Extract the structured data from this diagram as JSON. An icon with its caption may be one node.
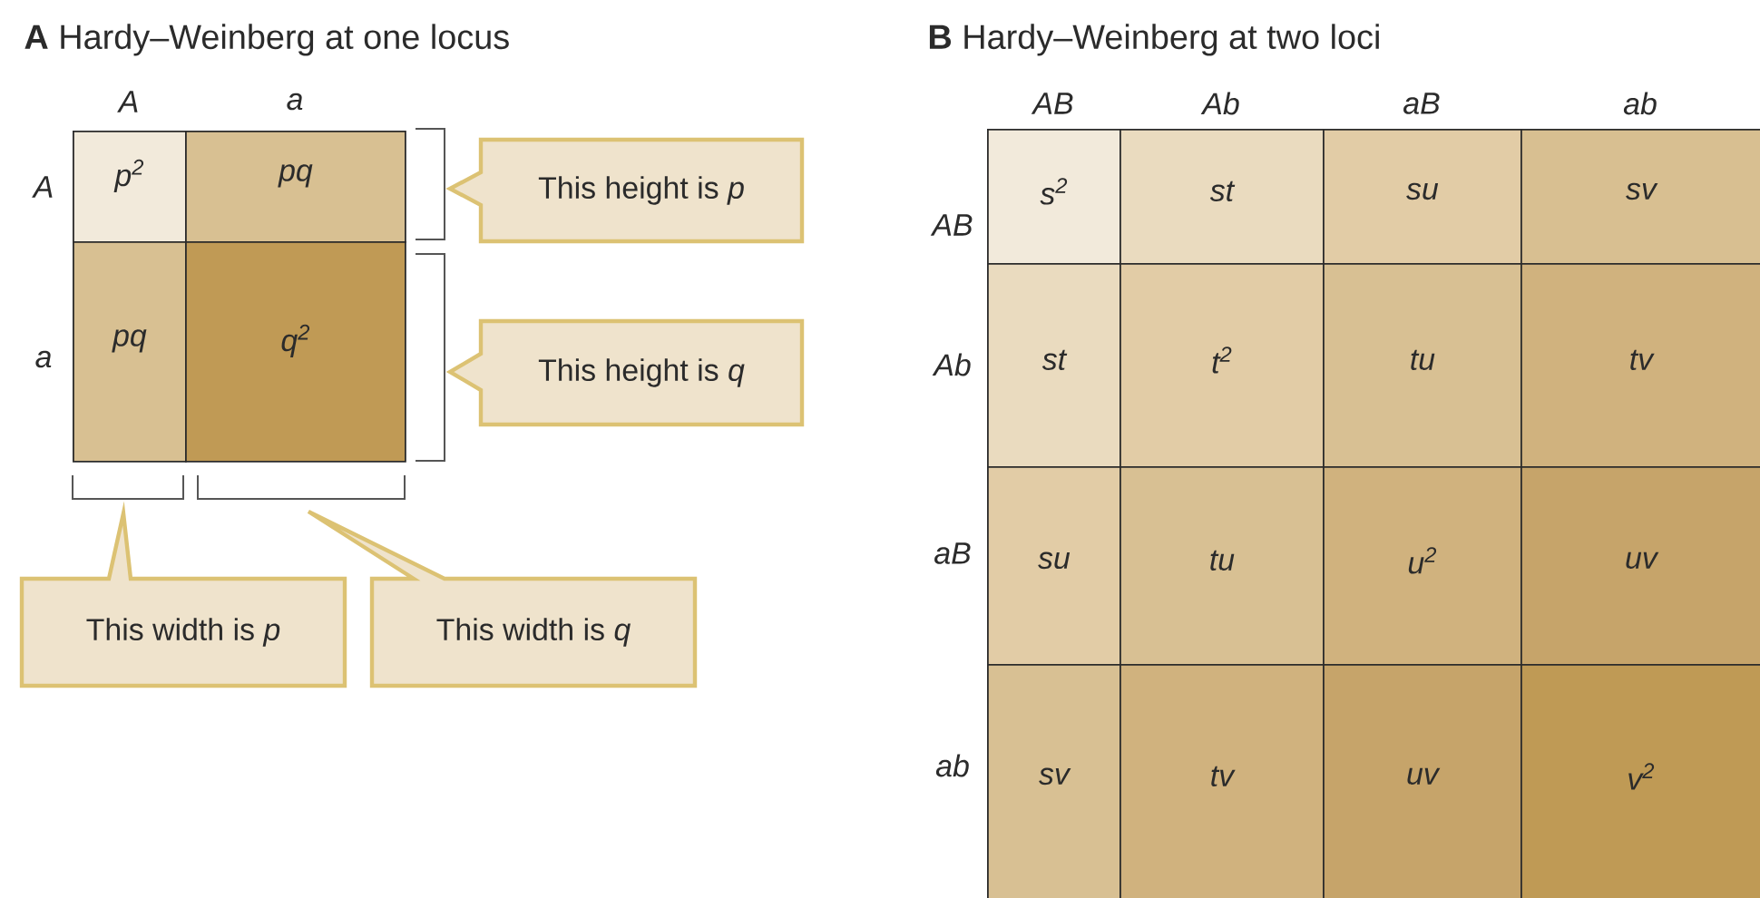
{
  "diagram": {
    "nodes": [
      {
        "text": [
          "p$^{2}$"
        ]
      },
      {
        "text": [
          "pq"
        ]
      },
      {
        "text": [
          "pq"
        ]
      },
      {
        "text": [
          "q$^{2}$"
        ]
      },
      {
        "text": [
          "This height is *p*"
        ]
      },
      {
        "text": [
          "This height is *q*"
        ]
      },
      {
        "text": [
          "This width is *p*"
        ]
      },
      {
        "text": [
          "This width is *q*"
        ]
      },
      {
        "text": [
          "s$^{2}$"
        ]
      },
      {
        "text": [
          "st"
        ]
      },
      {
        "text": [
          "su"
        ]
      },
      {
        "text": [
          "sv"
        ]
      },
      {
        "text": [
          "st"
        ]
      },
      {
        "text": [
          "t$^{2}$"
        ]
      },
      {
        "text": [
          "tu"
        ]
      },
      {
        "text": [
          "tv"
        ]
      },
      {
        "text": [
          "su"
        ]
      },
      {
        "text": [
          "tu"
        ]
      },
      {
        "text": [
          "u$^{2}$"
        ]
      },
      {
        "text": [
          "uv"
        ]
      },
      {
        "text": [
          "sv"
        ]
      },
      {
        "text": [
          "tv"
        ]
      },
      {
        "text": [
          "uv"
        ]
      },
      {
        "text": [
          "v$^{2}$"
        ]
      }
    ],
    "labels": [
      "**A** Hardy–Weinberg at one locus",
      "**B** Hardy–Weinberg at two loci",
      "A",
      "a",
      "A",
      "a",
      "AB",
      "Ab",
      "aB",
      "ab",
      "AB",
      "Ab",
      "aB",
      "ab"
    ]
  }
}
